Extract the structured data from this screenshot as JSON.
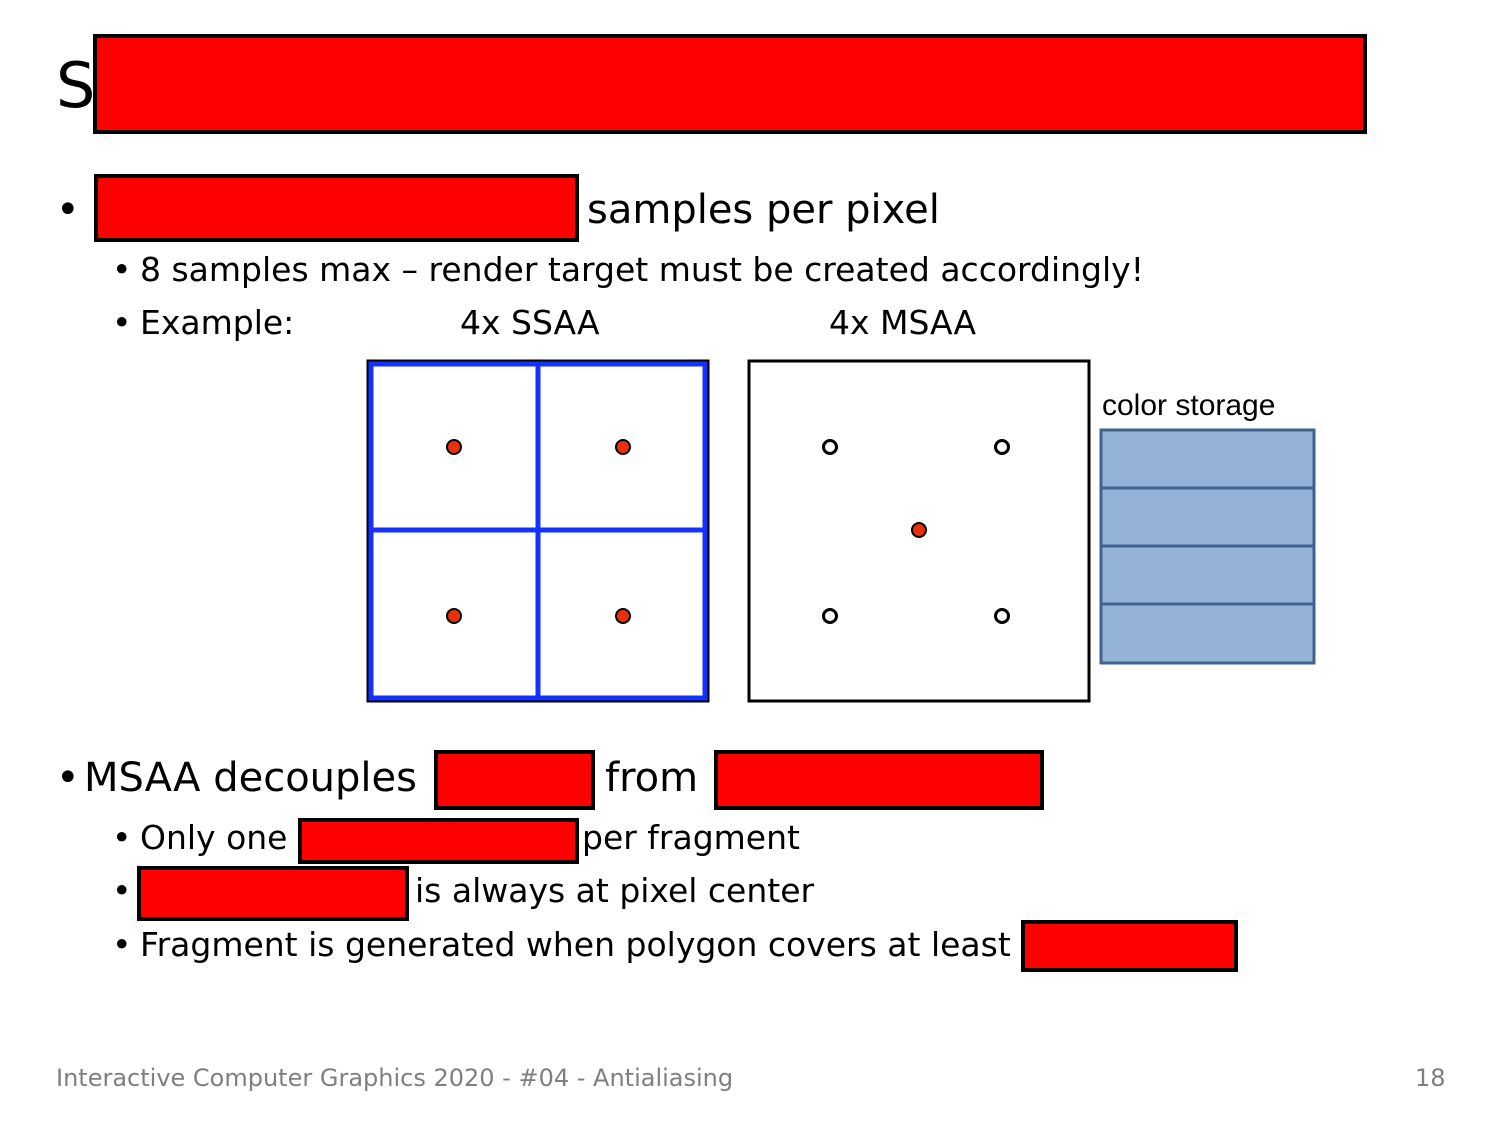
{
  "slide": {
    "title_visible": "S",
    "bullets": {
      "b1_suffix": "samples per pixel",
      "b1_sub1": "8 samples max – render target must be created accordingly!",
      "b1_sub2_label": "Example:",
      "ssaa_label": "4x SSAA",
      "msaa_label": "4x MSAA",
      "color_storage_label": "color storage",
      "b2_prefix": "MSAA decouples",
      "b2_middle": "from",
      "b2_sub1_prefix": "Only one",
      "b2_sub1_suffix": "per fragment",
      "b2_sub2_suffix": "is always at pixel center",
      "b2_sub3_prefix": "Fragment is generated when polygon covers at least"
    },
    "bullet_char": "•",
    "footer": "Interactive Computer Graphics 2020 - #04 - Antialiasing",
    "page_number": "18"
  },
  "colors": {
    "redaction": "#ff0000",
    "grid_blue": "#1432ff",
    "sample_red": "#e8300a",
    "storage_fill": "#95b3d7",
    "storage_border": "#3e6390"
  }
}
